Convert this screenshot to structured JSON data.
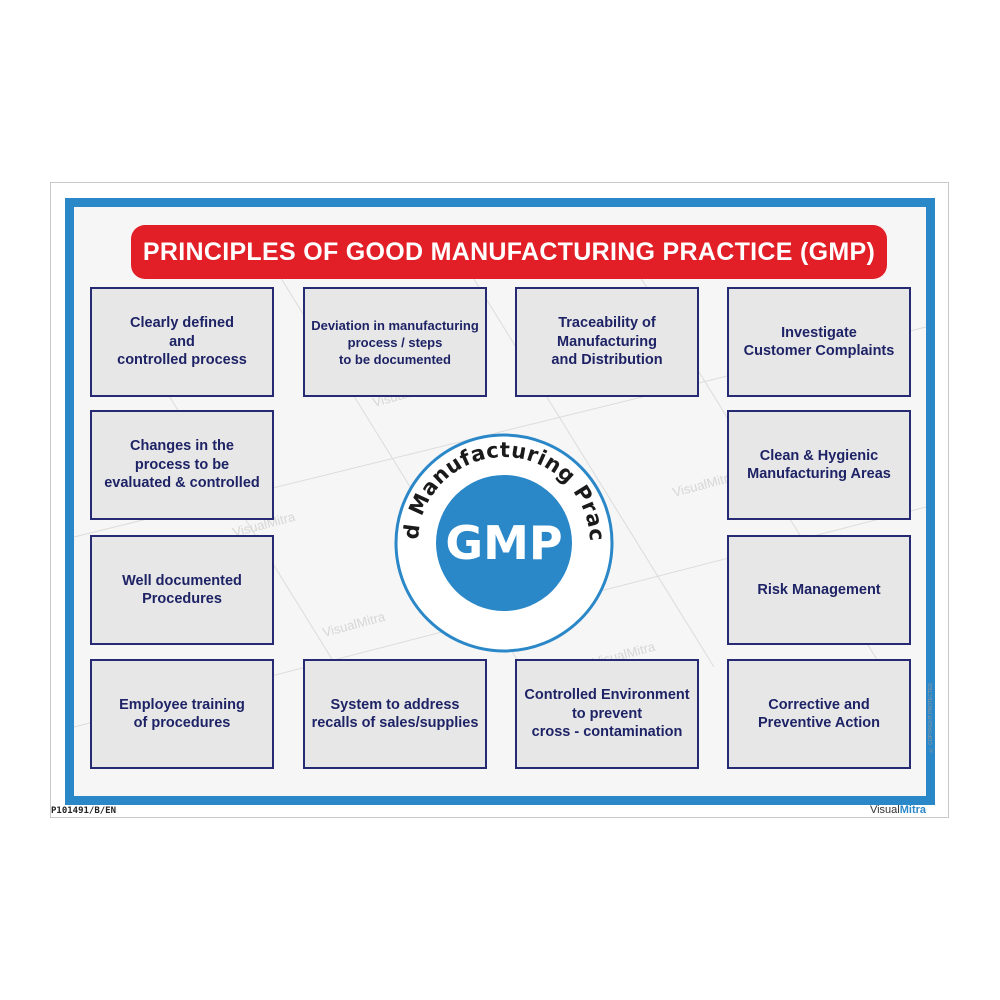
{
  "title": "PRINCIPLES OF GOOD MANUFACTURING PRACTICE (GMP)",
  "emblem": {
    "center_text": "GMP",
    "ring_text": "Good Manufacturing Practice"
  },
  "principles": [
    {
      "label": "Clearly defined\nand\ncontrolled process"
    },
    {
      "label": "Deviation in manufacturing\nprocess / steps\nto be documented"
    },
    {
      "label": "Traceability of\nManufacturing\nand Distribution"
    },
    {
      "label": "Investigate\nCustomer Complaints"
    },
    {
      "label": "Changes in the\nprocess to be\nevaluated & controlled"
    },
    {
      "label": "Clean & Hygienic\nManufacturing Areas"
    },
    {
      "label": "Well documented\nProcedures"
    },
    {
      "label": "Risk Management"
    },
    {
      "label": "Employee training\nof procedures"
    },
    {
      "label": "System to address\nrecalls of sales/supplies"
    },
    {
      "label": "Controlled Environment\nto prevent\ncross - contamination"
    },
    {
      "label": "Corrective and\nPreventive Action"
    }
  ],
  "footer": {
    "code": "P101491/B/EN",
    "brand_a": "Visual",
    "brand_b": "Mitra",
    "copyright": "© COPYRIGHT PROTECTED"
  },
  "colors": {
    "frame_blue": "#2a87c8",
    "title_red": "#e21e27",
    "box_border": "#262a73",
    "text_navy": "#1e2366"
  }
}
